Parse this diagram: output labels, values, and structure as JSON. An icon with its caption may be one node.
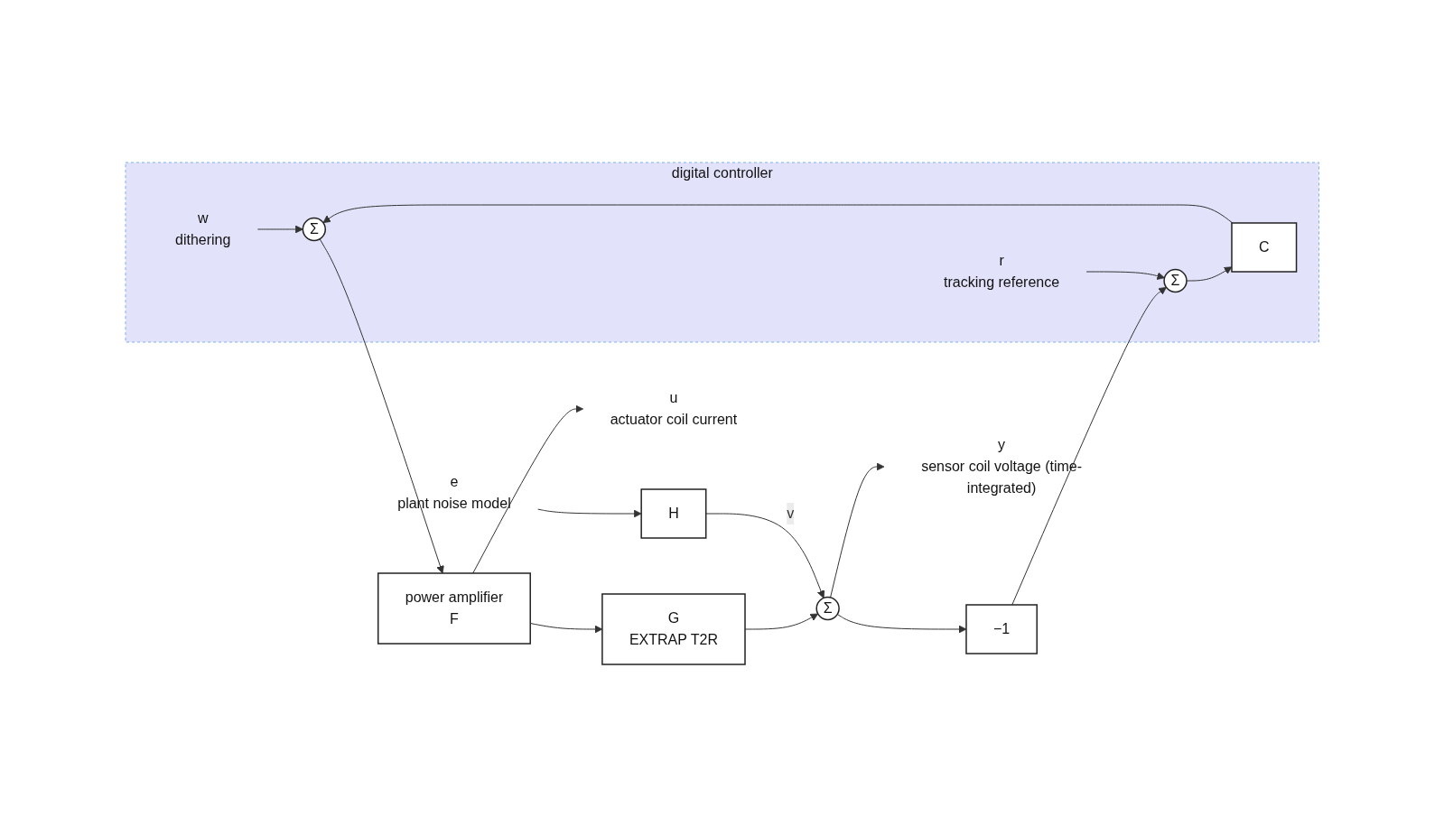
{
  "diagram": {
    "nodes": [
      {
        "text": [
          "digital controller"
        ]
      },
      {
        "text": [
          "w"
        ],
        "beside": [
          "dithering"
        ],
        "in": 0
      },
      {
        "text": [
          "Σ"
        ],
        "in": 0
      },
      {
        "text": [
          "C"
        ],
        "in": 0
      },
      {
        "text": [
          "r"
        ],
        "beside": [
          "tracking reference"
        ],
        "in": 0
      },
      {
        "text": [
          "Σ"
        ],
        "in": 0
      },
      {
        "text": [
          "power amplifier",
          "F"
        ]
      },
      {
        "text": [
          "u"
        ],
        "beside": [
          "actuator coil current"
        ]
      },
      {
        "text": [
          "G",
          "EXTRAP T2R"
        ]
      },
      {
        "text": [
          "Σ"
        ]
      },
      {
        "text": [
          "−1"
        ]
      },
      {
        "text": [
          "H"
        ]
      },
      {
        "text": [
          "e"
        ],
        "beside": [
          "plant noise model"
        ]
      },
      {
        "text": [
          "y"
        ],
        "beside": [
          "sensor coil voltage (time-integrated)"
        ]
      }
    ],
    "edges": [
      {
        "from": 1,
        "to": 2,
        "arrow": "to"
      },
      {
        "from": 3,
        "to": 2,
        "arrow": "to"
      },
      {
        "from": 2,
        "to": 6,
        "arrow": "to"
      },
      {
        "from": 6,
        "to": 7,
        "arrow": "to"
      },
      {
        "from": 6,
        "to": 8,
        "arrow": "to"
      },
      {
        "from": 8,
        "to": 9,
        "arrow": "to"
      },
      {
        "from": 11,
        "to": 9,
        "label": "v",
        "arrow": "to"
      },
      {
        "from": 12,
        "to": 11,
        "arrow": "to"
      },
      {
        "from": 9,
        "to": 10,
        "arrow": "to"
      },
      {
        "from": 9,
        "to": 13,
        "arrow": "to"
      },
      {
        "from": 10,
        "to": 5,
        "arrow": "to"
      },
      {
        "from": 4,
        "to": 5,
        "arrow": "to"
      },
      {
        "from": 5,
        "to": 3,
        "arrow": "to"
      }
    ]
  }
}
